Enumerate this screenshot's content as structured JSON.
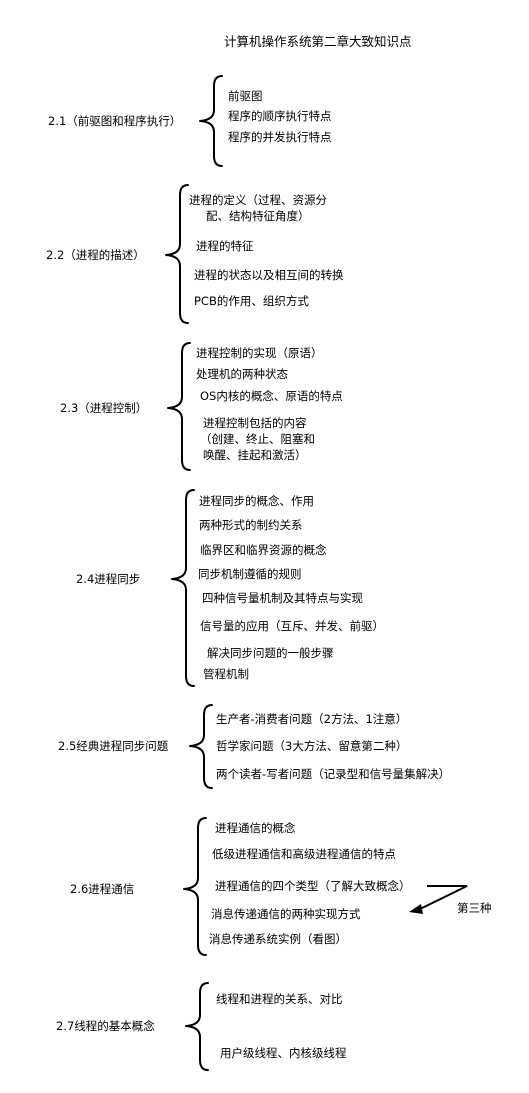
{
  "title": "计算机操作系统第二章大致知识点",
  "sections": [
    {
      "label": "2.1（前驱图和程序执行）",
      "items": [
        "前驱图",
        "程序的顺序执行特点",
        "程序的并发执行特点"
      ]
    },
    {
      "label": "2.2（进程的描述）",
      "items": [
        "进程的定义（过程、资源分",
        "配、结构特征角度）",
        "进程的特征",
        "进程的状态以及相互间的转换",
        "PCB的作用、组织方式"
      ]
    },
    {
      "label": "2.3（进程控制）",
      "items": [
        "进程控制的实现（原语）",
        "处理机的两种状态",
        "OS内核的概念、原语的特点",
        "进程控制包括的内容",
        "（创建、终止、阻塞和",
        "唤醒、挂起和激活）"
      ]
    },
    {
      "label": "2.4进程同步",
      "items": [
        "进程同步的概念、作用",
        "两种形式的制约关系",
        "临界区和临界资源的概念",
        "同步机制遵循的规则",
        "四种信号量机制及其特点与实现",
        "信号量的应用（互斥、并发、前驱）",
        "解决同步问题的一般步骤",
        "管程机制"
      ]
    },
    {
      "label": "2.5经典进程同步问题",
      "items": [
        "生产者-消费者问题（2方法、1注意）",
        "哲学家问题（3大方法、留意第二种）",
        "两个读者-写者问题（记录型和信号量集解决）"
      ]
    },
    {
      "label": "2.6进程通信",
      "items": [
        "进程通信的概念",
        "低级进程通信和高级进程通信的特点",
        "进程通信的四个类型（了解大致概念）",
        "消息传递通信的两种实现方式",
        "消息传递系统实例（看图）"
      ],
      "annotation": "第三种"
    },
    {
      "label": "2.7线程的基本概念",
      "items": [
        "线程和进程的关系、对比",
        "用户级线程、内核级线程"
      ]
    }
  ]
}
